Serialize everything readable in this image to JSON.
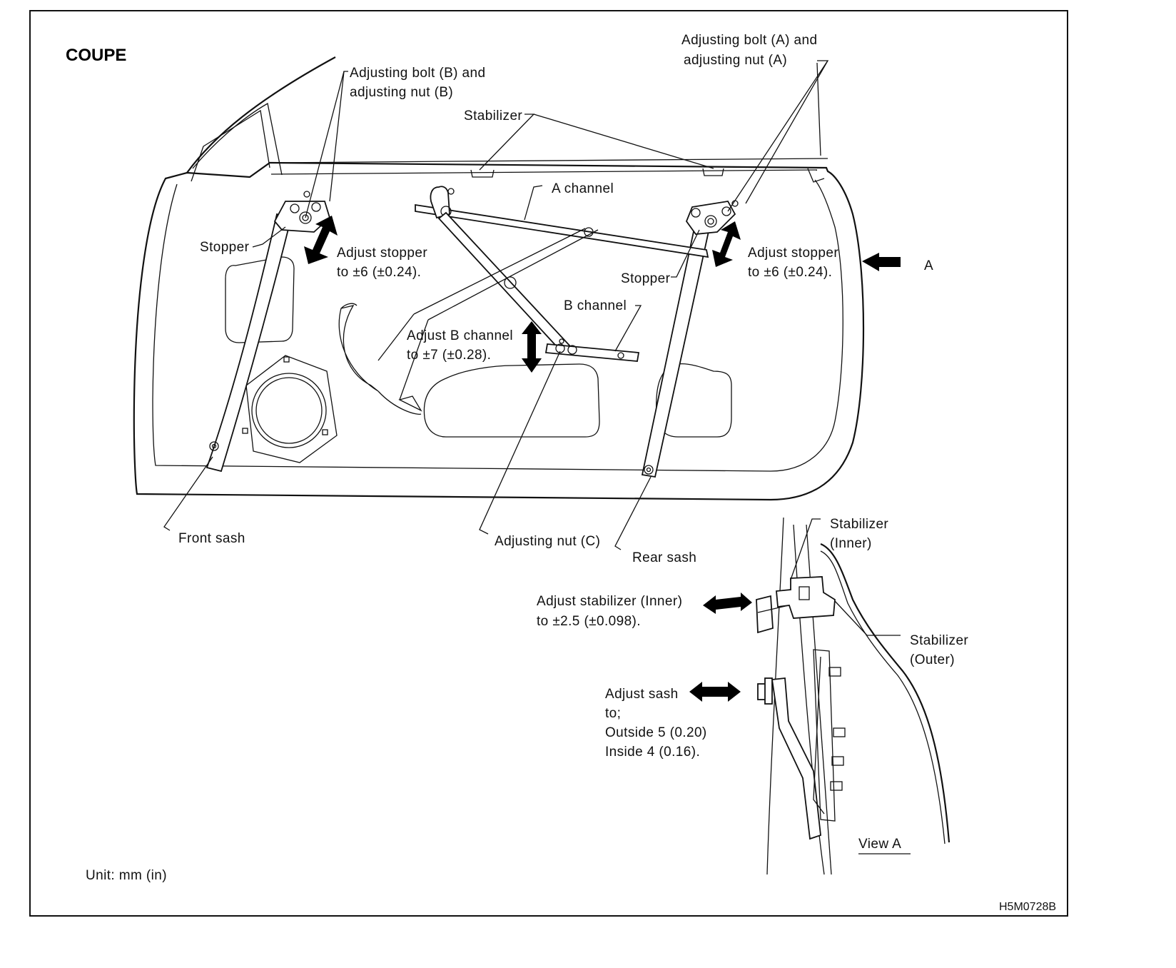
{
  "title": "COUPE",
  "unit_note": "Unit: mm (in)",
  "figure_code": "H5M0728B",
  "labels": {
    "bolt_b_line1": "Adjusting bolt (B) and",
    "bolt_b_line2": "adjusting nut (B)",
    "bolt_a_line1": "Adjusting bolt (A) and",
    "bolt_a_line2": "adjusting nut (A)",
    "stabilizer": "Stabilizer",
    "a_channel": "A channel",
    "b_channel": "B channel",
    "stopper_left": "Stopper",
    "stopper_right": "Stopper",
    "adjust_stopper_left_1": "Adjust stopper",
    "adjust_stopper_left_2": "to ±6 (±0.24).",
    "adjust_stopper_right_1": "Adjust stopper",
    "adjust_stopper_right_2": "to ±6 (±0.24).",
    "adjust_b_channel_1": "Adjust B channel",
    "adjust_b_channel_2": "to ±7 (±0.28).",
    "view_a_arrow": "A",
    "front_sash": "Front sash",
    "adjusting_nut_c": "Adjusting nut (C)",
    "rear_sash": "Rear sash",
    "stabilizer_inner_1": "Stabilizer",
    "stabilizer_inner_2": "(Inner)",
    "adjust_stab_inner_1": "Adjust stabilizer (Inner)",
    "adjust_stab_inner_2": "to ±2.5 (±0.098).",
    "stabilizer_outer_1": "Stabilizer",
    "stabilizer_outer_2": "(Outer)",
    "adjust_sash_1": "Adjust sash",
    "adjust_sash_2": "to;",
    "adjust_sash_3": "Outside 5 (0.20)",
    "adjust_sash_4": "Inside 4 (0.16).",
    "view_a": "View A"
  }
}
